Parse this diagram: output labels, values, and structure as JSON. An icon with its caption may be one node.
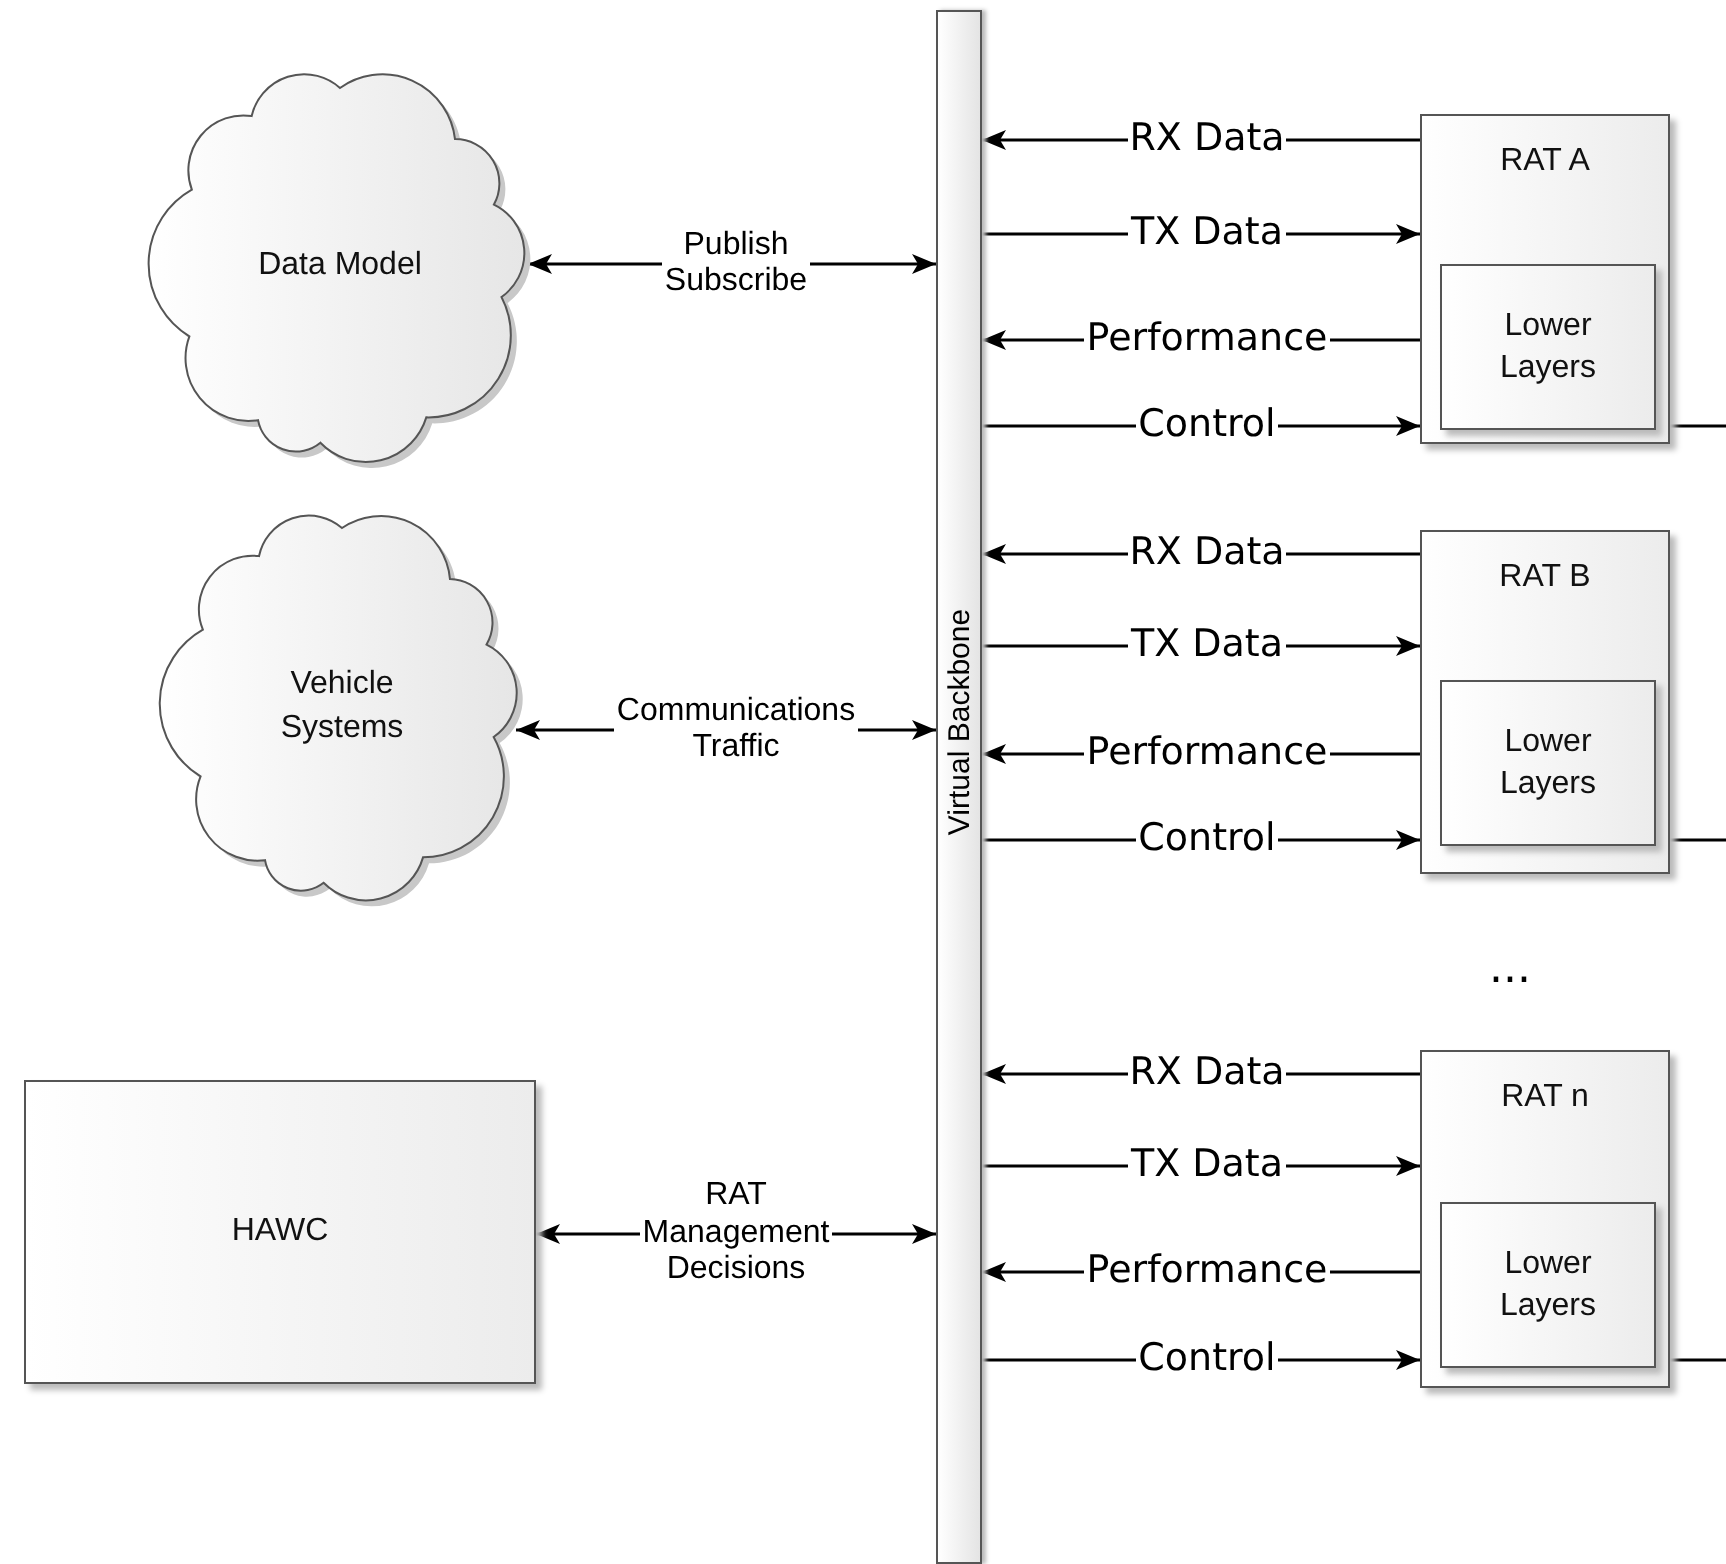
{
  "diagram": {
    "nodes": [
      {
        "text": [
          "Data Model"
        ]
      },
      {
        "text": [
          "Vehicle Systems"
        ]
      },
      {
        "text": [
          "HAWC"
        ]
      },
      {
        "text": [
          "Virtual Backbone"
        ]
      },
      {
        "text": [
          "RAT A"
        ]
      },
      {
        "text": [
          "Lower Layers"
        ],
        "in": 4
      },
      {
        "text": [
          "RAT B"
        ]
      },
      {
        "text": [
          "Lower Layers"
        ],
        "in": 6
      },
      {
        "text": [
          "RAT n"
        ]
      },
      {
        "text": [
          "Lower Layers"
        ],
        "in": 8
      }
    ],
    "edges": [
      {
        "from": 0,
        "to": 3,
        "arrow": "both",
        "label": "Publish Subscribe"
      },
      {
        "from": 1,
        "to": 3,
        "arrow": "both",
        "label": "Communications Traffic"
      },
      {
        "from": 2,
        "to": 3,
        "arrow": "both",
        "label": "RAT Management Decisions"
      },
      {
        "from": 4,
        "to": 3,
        "arrow": "to",
        "label": "RX Data"
      },
      {
        "from": 3,
        "to": 4,
        "arrow": "to",
        "label": "TX Data"
      },
      {
        "from": 4,
        "to": 3,
        "arrow": "to",
        "label": "Performance"
      },
      {
        "from": 3,
        "to": 4,
        "arrow": "to",
        "label": "Control"
      },
      {
        "from": 5,
        "to": null,
        "arrow": "none"
      },
      {
        "from": 6,
        "to": 3,
        "arrow": "to",
        "label": "RX Data"
      },
      {
        "from": 3,
        "to": 6,
        "arrow": "to",
        "label": "TX Data"
      },
      {
        "from": 6,
        "to": 3,
        "arrow": "to",
        "label": "Performance"
      },
      {
        "from": 3,
        "to": 6,
        "arrow": "to",
        "label": "Control"
      },
      {
        "from": 7,
        "to": null,
        "arrow": "none"
      },
      {
        "from": 8,
        "to": 3,
        "arrow": "to",
        "label": "RX Data"
      },
      {
        "from": 3,
        "to": 8,
        "arrow": "to",
        "label": "TX Data"
      },
      {
        "from": 8,
        "to": 3,
        "arrow": "to",
        "label": "Performance"
      },
      {
        "from": 3,
        "to": 8,
        "arrow": "to",
        "label": "Control"
      },
      {
        "from": 9,
        "to": null,
        "arrow": "none"
      }
    ],
    "labels": [
      "..."
    ]
  }
}
